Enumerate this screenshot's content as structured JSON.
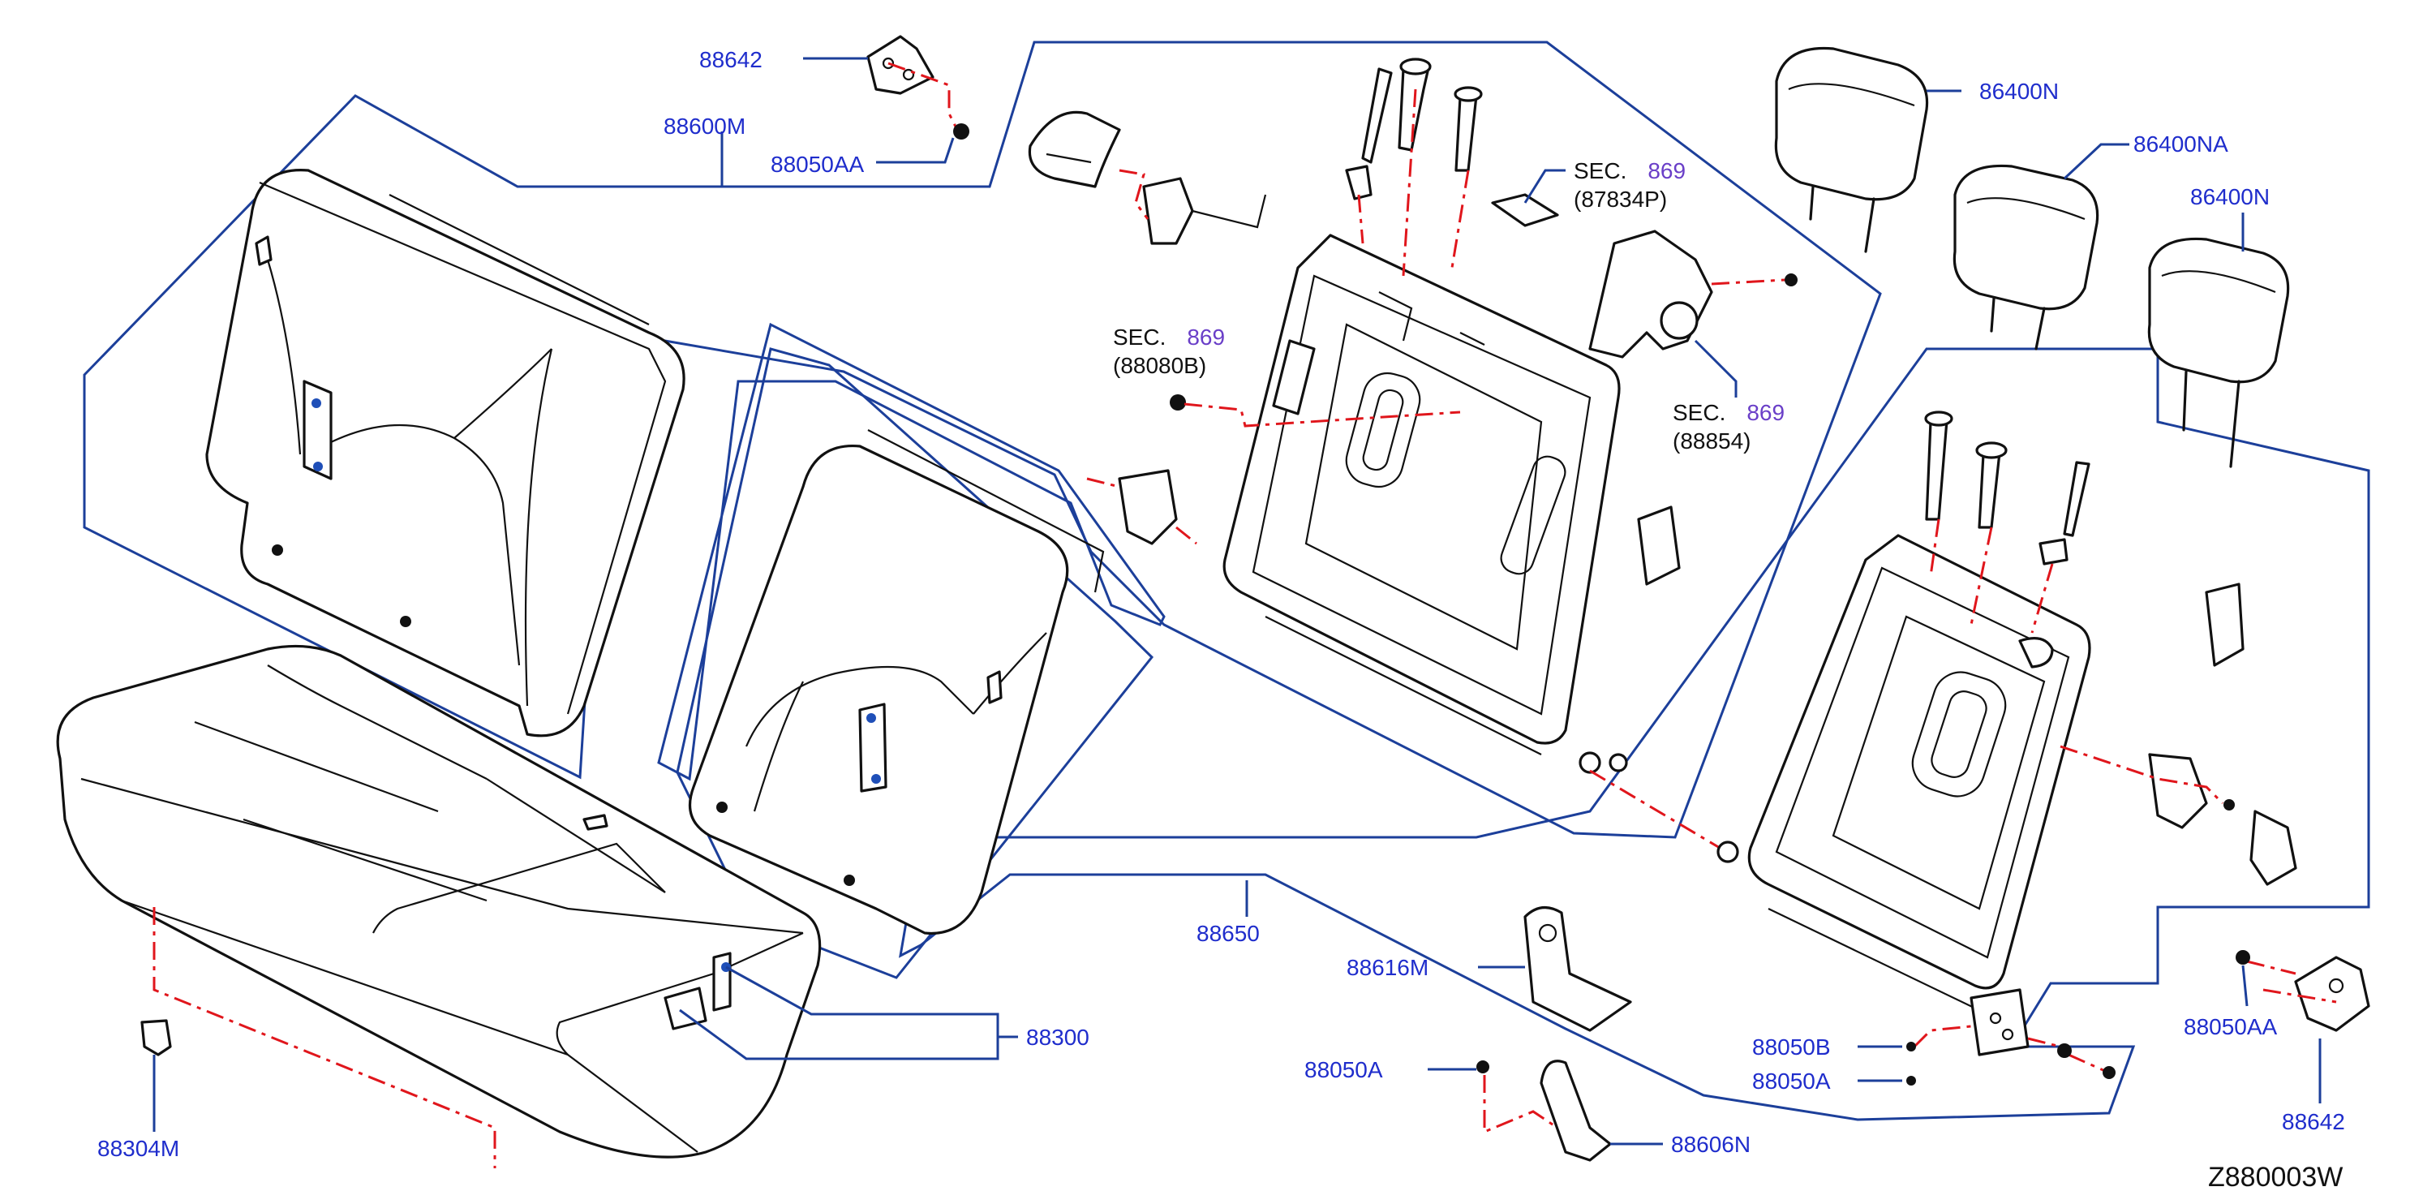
{
  "diagram_code": "Z880003W",
  "colors": {
    "label": "#1f2dcc",
    "outline": "#1c3f9a",
    "dashed_axis": "#e0161c",
    "section_number": "#6a3fc8",
    "drawing": "#111111"
  },
  "labels": {
    "p88642_top": "88642",
    "p88600M": "88600M",
    "p88050AA_top": "88050AA",
    "p86400N_1": "86400N",
    "p86400NA": "86400NA",
    "p86400N_2": "86400N",
    "p88650": "88650",
    "p88616M": "88616M",
    "p88300": "88300",
    "p88050A_left": "88050A",
    "p88304M": "88304M",
    "p88606N": "88606N",
    "p88050B": "88050B",
    "p88050A_right": "88050A",
    "p88050AA_right": "88050AA",
    "p88642_bottom": "88642"
  },
  "sections": {
    "s87834P": {
      "prefix": "SEC.",
      "number": "869",
      "ref": "(87834P)"
    },
    "s88080B": {
      "prefix": "SEC.",
      "number": "869",
      "ref": "(88080B)"
    },
    "s88854": {
      "prefix": "SEC.",
      "number": "869",
      "ref": "(88854)"
    }
  }
}
